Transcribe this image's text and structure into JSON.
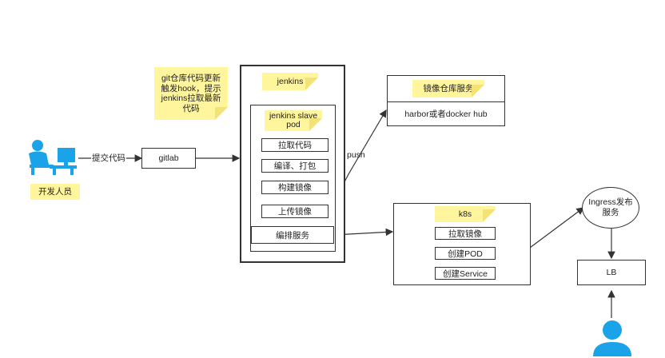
{
  "notes": {
    "git_hook": "git仓库代码更新触发hook，提示jenkins拉取最新代码",
    "jenkins": "jenkins",
    "jenkins_slave": "jenkins slave pod",
    "registry_service": "镜像仓库服务",
    "k8s": "k8s"
  },
  "developer": {
    "label": "开发人员"
  },
  "edges": {
    "submit_code": "提交代码",
    "push": "push"
  },
  "gitlab": {
    "label": "gitlab"
  },
  "slave_steps": [
    "拉取代码",
    "编译、打包",
    "构建镜像",
    "上传镜像"
  ],
  "orchestrate": "编排服务",
  "registry": {
    "label": "harbor或者docker hub"
  },
  "k8s_steps": [
    "拉取镜像",
    "创建POD",
    "创建Service"
  ],
  "ingress": {
    "label": "Ingress发布服务"
  },
  "lb": {
    "label": "LB"
  },
  "colors": {
    "icon_blue": "#1aa3e8",
    "note_yellow": "#fff59d",
    "line": "#333333"
  },
  "icons": {
    "developer": "person-at-computer-icon",
    "user": "user-icon"
  }
}
